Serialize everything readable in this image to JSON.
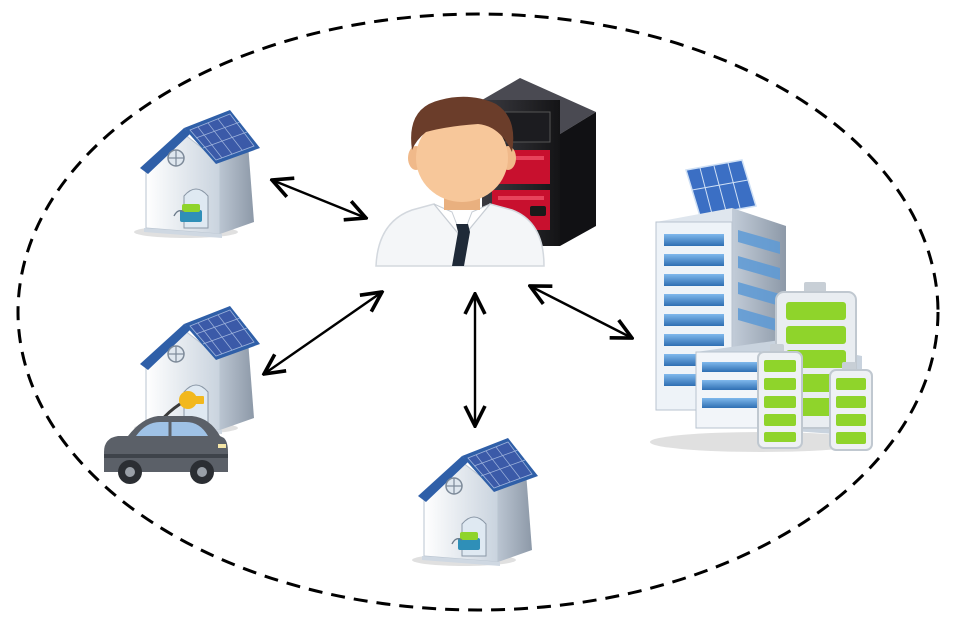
{
  "diagram": {
    "boundary": {
      "style": "dashed-ellipse",
      "stroke_color": "#000000"
    },
    "center": {
      "role": "operator-with-server",
      "icons": [
        "person-icon",
        "server-icon"
      ]
    },
    "nodes": [
      {
        "id": "house-top-left",
        "icon": "solar-house-icon",
        "extras": [
          "home-battery-icon"
        ]
      },
      {
        "id": "house-with-ev",
        "icon": "solar-house-icon",
        "extras": [
          "ev-charger-icon",
          "electric-car-icon"
        ]
      },
      {
        "id": "house-bottom",
        "icon": "solar-house-icon",
        "extras": [
          "home-battery-icon"
        ]
      },
      {
        "id": "building-storage",
        "icon": "solar-building-icon",
        "extras": [
          "battery-storage-icon"
        ]
      }
    ],
    "links": [
      {
        "from": "center",
        "to": "house-top-left",
        "direction": "bidirectional"
      },
      {
        "from": "center",
        "to": "house-with-ev",
        "direction": "bidirectional"
      },
      {
        "from": "center",
        "to": "house-bottom",
        "direction": "bidirectional"
      },
      {
        "from": "center",
        "to": "building-storage",
        "direction": "bidirectional"
      }
    ]
  },
  "colors": {
    "roof_blue": "#2f5fa8",
    "wall": "#eef3f8",
    "solar_panel": "#3b5aa8",
    "skin": "#f7c79a",
    "hair": "#6b3d2a",
    "server_dark": "#2a2a2e",
    "server_red": "#c8102e",
    "battery_green": "#8fd42b",
    "car_gray": "#5b6068",
    "glass_blue": "#4a8fd0"
  }
}
